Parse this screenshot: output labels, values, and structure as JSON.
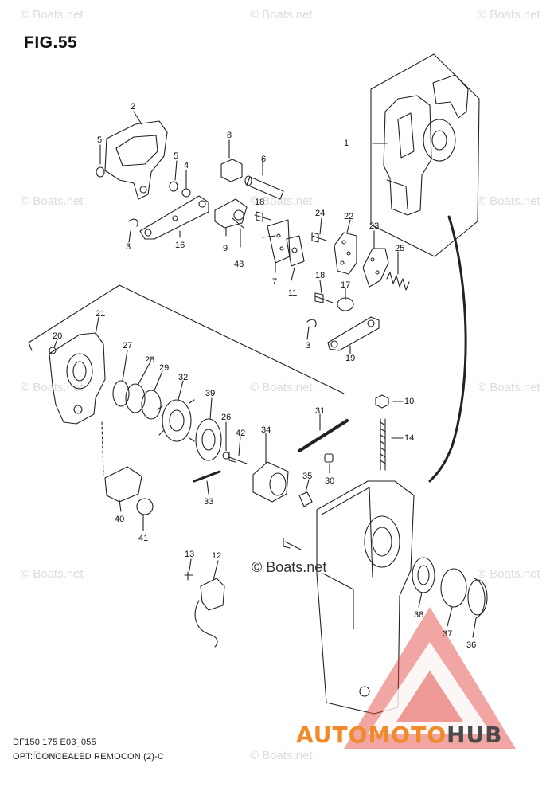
{
  "figure": {
    "title": "FIG.55",
    "code": "DF150 175 E03_055",
    "caption": "OPT: CONCEALED REMOCON (2)-C"
  },
  "watermark": {
    "corner_text": "© Boats.net",
    "center_text": "© Boats.net"
  },
  "brand": {
    "part_a": "AUTOMOTO",
    "part_b": "HUB",
    "color_a": "#f08a2a",
    "color_b": "#4a4a4a",
    "logo_color": "#e0403a"
  },
  "callouts": [
    {
      "id": "1"
    },
    {
      "id": "2"
    },
    {
      "id": "3a",
      "text": "3"
    },
    {
      "id": "3b",
      "text": "3"
    },
    {
      "id": "4"
    },
    {
      "id": "5a",
      "text": "5"
    },
    {
      "id": "5b",
      "text": "5"
    },
    {
      "id": "6"
    },
    {
      "id": "7"
    },
    {
      "id": "8"
    },
    {
      "id": "9"
    },
    {
      "id": "10"
    },
    {
      "id": "11"
    },
    {
      "id": "12"
    },
    {
      "id": "13"
    },
    {
      "id": "14"
    },
    {
      "id": "16"
    },
    {
      "id": "17"
    },
    {
      "id": "18a",
      "text": "18"
    },
    {
      "id": "18b",
      "text": "18"
    },
    {
      "id": "19"
    },
    {
      "id": "20"
    },
    {
      "id": "21"
    },
    {
      "id": "22"
    },
    {
      "id": "23"
    },
    {
      "id": "24"
    },
    {
      "id": "25"
    },
    {
      "id": "26"
    },
    {
      "id": "27"
    },
    {
      "id": "28"
    },
    {
      "id": "29"
    },
    {
      "id": "30"
    },
    {
      "id": "31"
    },
    {
      "id": "32"
    },
    {
      "id": "33"
    },
    {
      "id": "34"
    },
    {
      "id": "35"
    },
    {
      "id": "36"
    },
    {
      "id": "37"
    },
    {
      "id": "38"
    },
    {
      "id": "39"
    },
    {
      "id": "40"
    },
    {
      "id": "41"
    },
    {
      "id": "42"
    },
    {
      "id": "43"
    }
  ]
}
